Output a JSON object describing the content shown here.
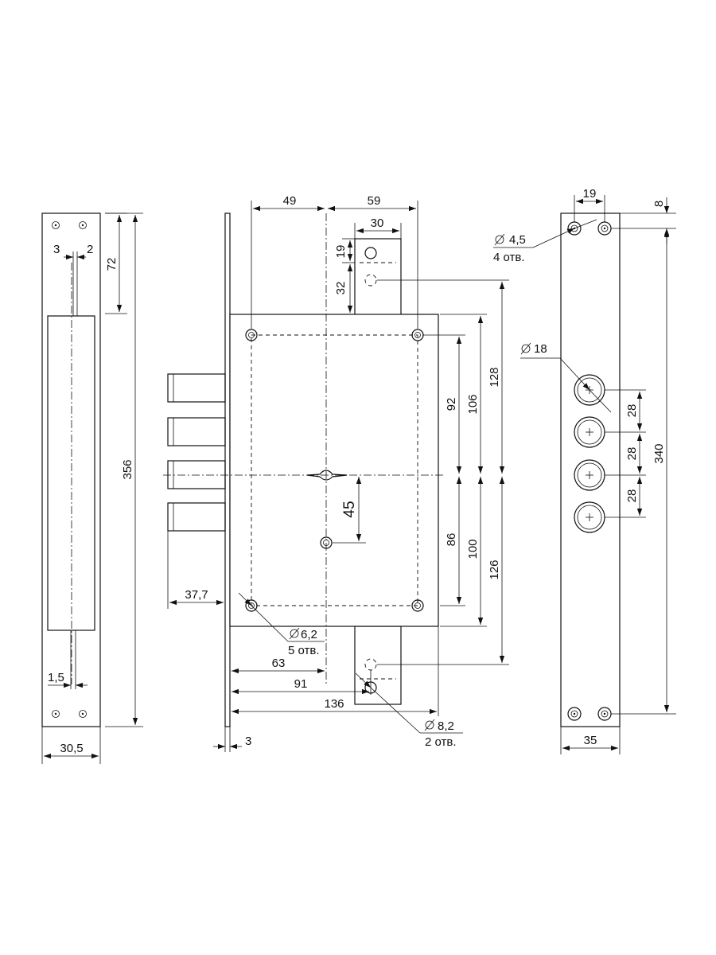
{
  "dims": {
    "plate_left_width": "30,5",
    "slot_left": "3",
    "slot_right": "2",
    "top_offset": "72",
    "total_height": "356",
    "bottom_slot": "1,5",
    "d49": "49",
    "d59": "59",
    "d30": "30",
    "d19": "19",
    "d32": "32",
    "d92": "92",
    "d106": "106",
    "d128": "128",
    "d86": "86",
    "d100": "100",
    "d126": "126",
    "d45": "45",
    "d377": "37,7",
    "d63": "63",
    "d91": "91",
    "d136": "136",
    "d3": "3",
    "hole62": "6,2",
    "holes5": "5 отв.",
    "hole82": "8,2",
    "holes2": "2 отв.",
    "right_19": "19",
    "right_8": "8",
    "hole45": "4,5",
    "holes4": "4 отв.",
    "hole18": "18",
    "pitch1": "28",
    "pitch2": "28",
    "pitch3": "28",
    "right_340": "340",
    "right_35": "35"
  }
}
